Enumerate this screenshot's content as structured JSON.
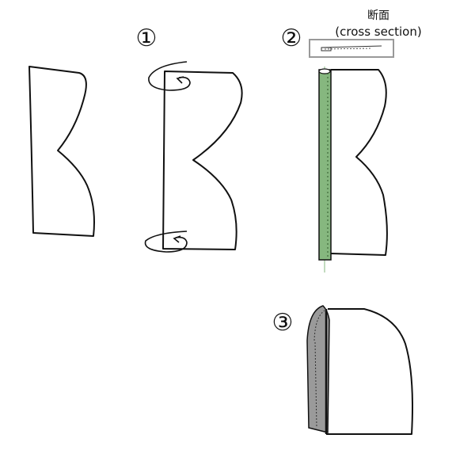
{
  "steps": {
    "step1": "①",
    "step2": "②",
    "step3": "③"
  },
  "cross_section": {
    "label_jp": "断面",
    "label_en": "(cross section)"
  },
  "colors": {
    "stroke": "#111111",
    "fabric_fold": "#9a9a9a",
    "fold_green": "#86b77f",
    "inset_box": "#999999"
  }
}
